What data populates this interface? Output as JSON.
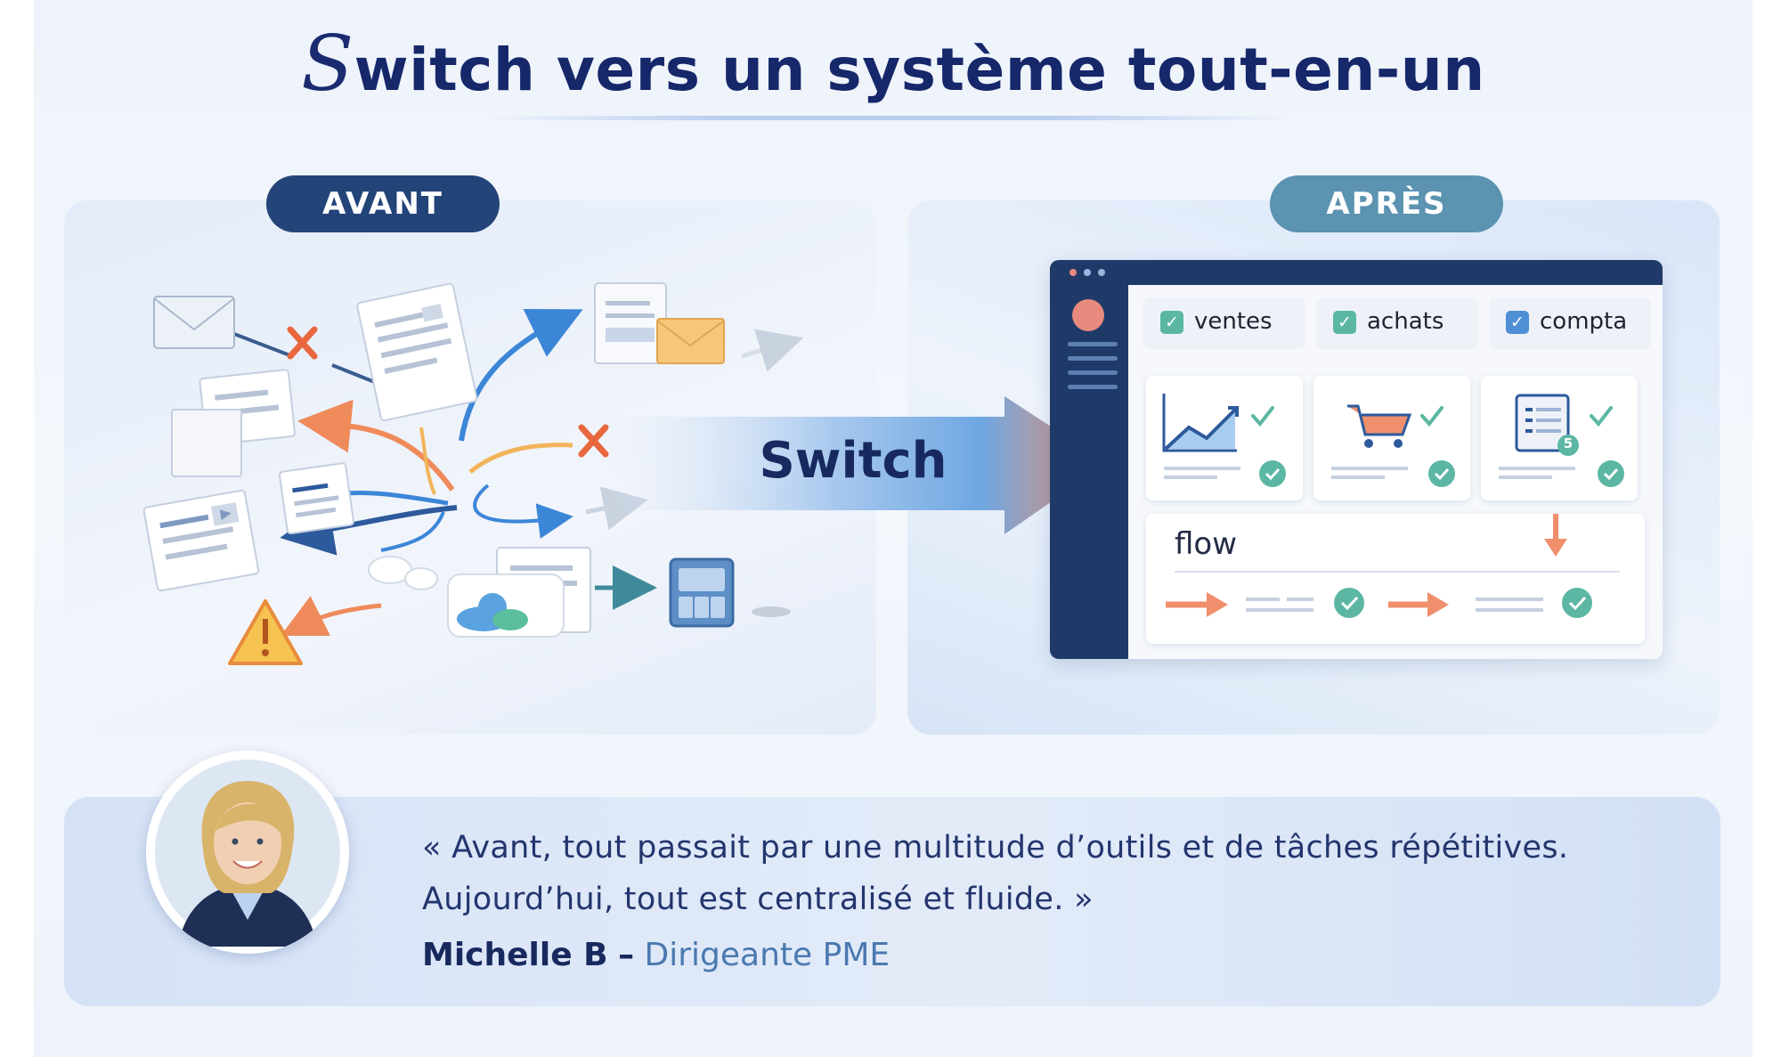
{
  "title": {
    "cap": "S",
    "rest": "witch vers un système tout-en-un"
  },
  "before": {
    "label": "AVANT"
  },
  "after": {
    "label": "APRÈS"
  },
  "transition": {
    "label": "Switch"
  },
  "app": {
    "modules": [
      {
        "label": "ventes",
        "checked": true,
        "color": "#5bb7a3"
      },
      {
        "label": "achats",
        "checked": true,
        "color": "#5bb7a3"
      },
      {
        "label": "compta",
        "checked": true,
        "color": "#4e8fd6"
      }
    ],
    "cards": [
      "chart-icon",
      "cart-icon",
      "invoice-icon"
    ],
    "invoice_badge": "5",
    "flow_label": "flow"
  },
  "colors": {
    "navy": "#1f3a69",
    "orange": "#f0875c",
    "teal": "#5bb7a3",
    "blue": "#4e8fd6"
  },
  "testimonial": {
    "line1": "«  Avant,  tout  passait  par  une  multitude  d’outils  et  de  tâches  répétitives.",
    "line2": "Aujourd’hui, tout est centralisé et fluide. »",
    "author": "Michelle B",
    "separator": "–",
    "role": "Dirigeante PME"
  }
}
